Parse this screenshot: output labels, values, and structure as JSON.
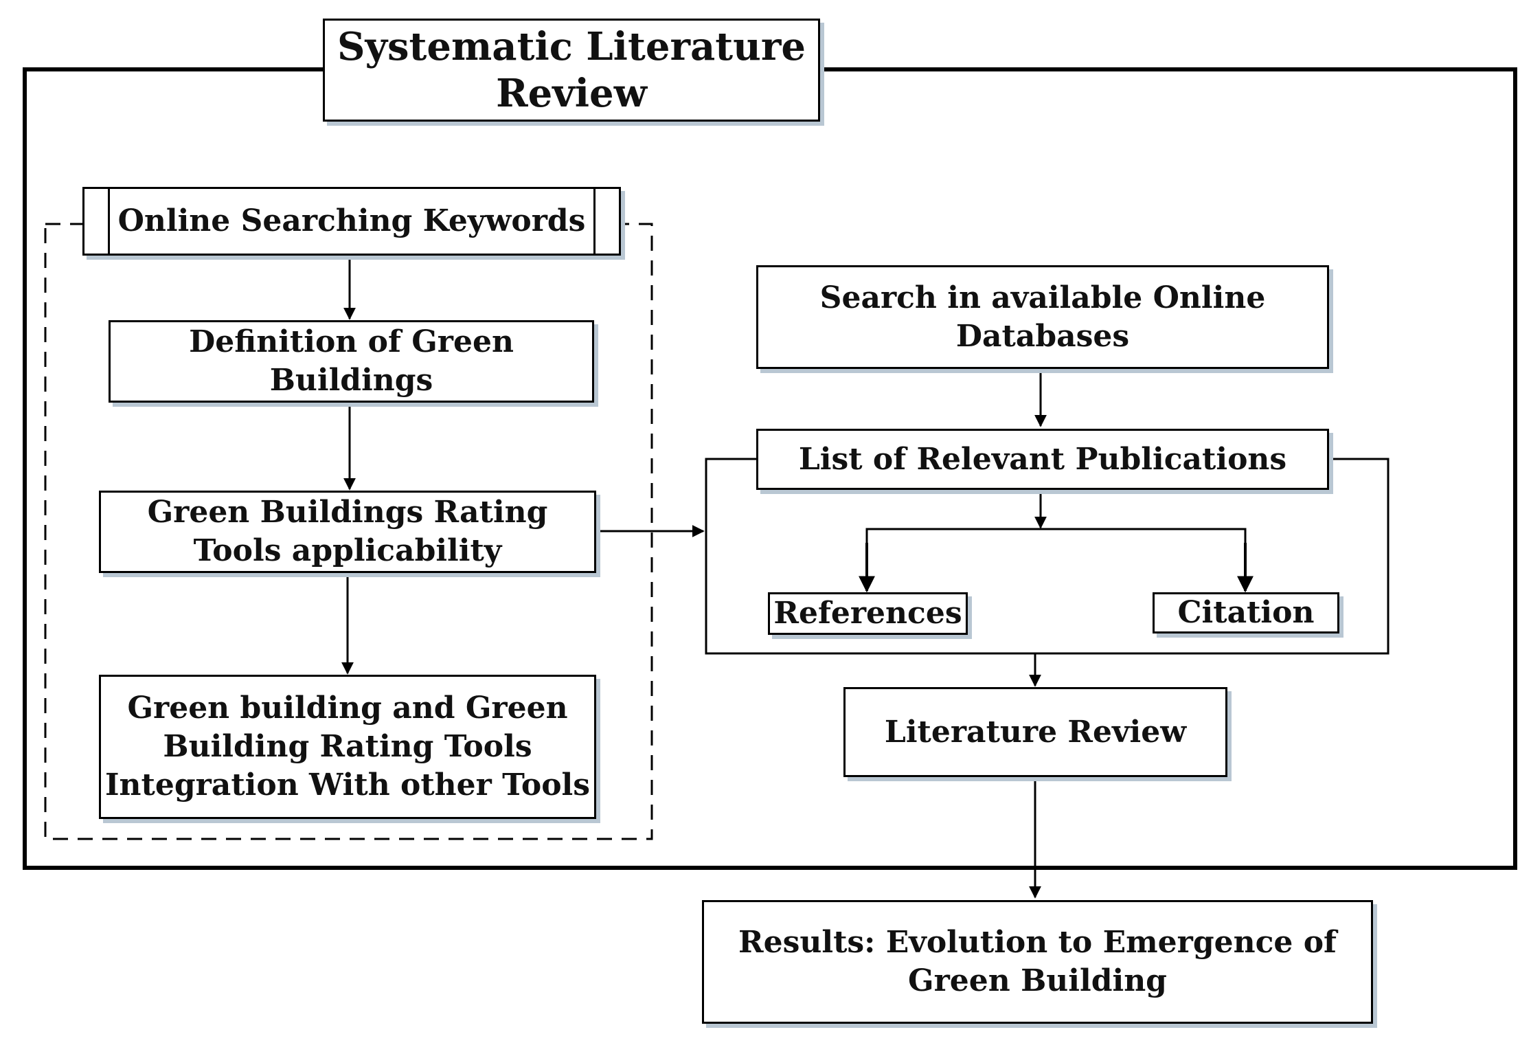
{
  "diagram": {
    "title": "Systematic Literature\nReview",
    "keywords_header": "Online Searching Keywords",
    "nodes": {
      "definition": "Definition of Green\nBuildings",
      "rating_tools": "Green Buildings Rating\nTools applicability",
      "integration": "Green building and Green\nBuilding Rating Tools\nIntegration With other Tools",
      "search_databases": "Search in available Online\nDatabases",
      "relevant_publications": "List of Relevant Publications",
      "references": "References",
      "citation": "Citation",
      "literature_review": "Literature Review",
      "results": "Results: Evolution to Emergence of\nGreen Building"
    }
  }
}
